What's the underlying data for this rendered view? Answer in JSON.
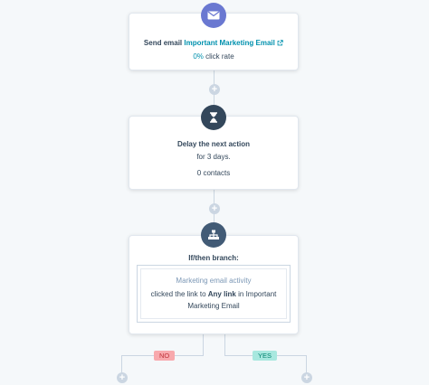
{
  "email_step": {
    "prefix": "Send email",
    "email_name": "Important Marketing Email",
    "rate_value": "0%",
    "rate_suffix": "click rate",
    "icon": "envelope-icon",
    "accent": "#6a78d1"
  },
  "delay_step": {
    "title": "Delay the next action",
    "detail": "for 3 days.",
    "contacts": "0 contacts",
    "icon": "hourglass-icon",
    "accent": "#33475b"
  },
  "branch_step": {
    "title": "If/then branch:",
    "condition_title": "Marketing email activity",
    "condition_text_1": "clicked the link to",
    "condition_link": "Any link",
    "condition_text_2": "in Important",
    "condition_text_3": "Marketing Email",
    "icon": "branch-icon",
    "accent": "#425b76"
  },
  "branches": {
    "no_label": "NO",
    "yes_label": "YES",
    "no_color": "#f2545b",
    "yes_color": "#00bda5"
  },
  "add_action": {
    "symbol": "+"
  }
}
